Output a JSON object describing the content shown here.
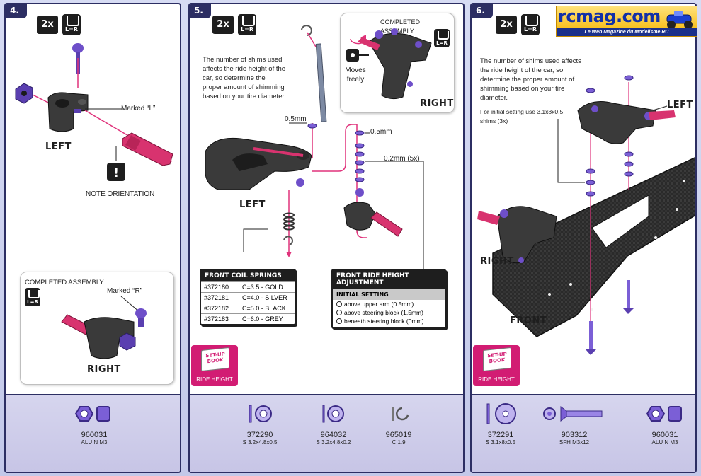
{
  "qty_badge": "2x",
  "lr_badge": "L=R",
  "logo": {
    "name": "rcmag.com",
    "tagline": "Le Web Magazine du Modelisme RC"
  },
  "steps": [
    {
      "number": "4.",
      "marked_l": "Marked “L”",
      "left_label": "LEFT",
      "note": "NOTE ORIENTATION",
      "completed_title": "COMPLETED ASSEMBLY",
      "marked_r": "Marked “R”",
      "right_label": "RIGHT"
    },
    {
      "number": "5.",
      "completed_title": "COMPLETED ASSEMBLY",
      "moves_freely": "Moves freely",
      "right_label": "RIGHT",
      "left_label": "LEFT",
      "intro": "The number of shims used affects the ride height of the car, so determine the proper amount of shimming based on your tire diameter.",
      "shim_05_a": "0.5mm",
      "shim_05_b": "0.5mm",
      "shim_02": "0.2mm (5x)",
      "springs_title": "FRONT COIL SPRINGS",
      "springs": [
        {
          "part": "#372180",
          "rate": "C=3.5 - GOLD"
        },
        {
          "part": "#372181",
          "rate": "C=4.0 - SILVER"
        },
        {
          "part": "#372182",
          "rate": "C=5.0 - BLACK"
        },
        {
          "part": "#372183",
          "rate": "C=6.0 - GREY"
        }
      ],
      "rh_title": "FRONT RIDE HEIGHT ADJUSTMENT",
      "rh_sub": "INITIAL SETTING",
      "rh_options": [
        "above upper arm (0.5mm)",
        "above steering block (1.5mm)",
        "beneath steering block (0mm)"
      ],
      "book_top": "SET-UP BOOK",
      "book_label": "RIDE HEIGHT"
    },
    {
      "number": "6.",
      "intro": "The number of shims used affects the ride height of the car, so determine the proper amount of shimming based on your tire diameter.",
      "initial_note": "For initial setting use 3.1x8x0.5 shims (3x)",
      "left_label": "LEFT",
      "right_label": "RIGHT",
      "front_label": "FRONT",
      "book_top": "SET-UP BOOK",
      "book_label": "RIDE HEIGHT"
    }
  ],
  "parts": {
    "p960031a": {
      "num": "960031",
      "spec": "ALU N M3"
    },
    "p372290": {
      "num": "372290",
      "spec": "S 3.2x4.8x0.5"
    },
    "p964032": {
      "num": "964032",
      "spec": "S 3.2x4.8x0.2"
    },
    "p965019": {
      "num": "965019",
      "spec": "C 1.9"
    },
    "p372291": {
      "num": "372291",
      "spec": "S 3.1x8x0.5"
    },
    "p903312": {
      "num": "903312",
      "spec": "SFH M3x12"
    },
    "p960031b": {
      "num": "960031",
      "spec": "ALU N M3"
    }
  },
  "colors": {
    "panel_border": "#2c2e63",
    "footer": "#d6d5ee",
    "part_purple": "#7b5fd6",
    "part_pink": "#d8336f",
    "leader_pink": "#e0327b",
    "book_magenta": "#d21c73"
  }
}
